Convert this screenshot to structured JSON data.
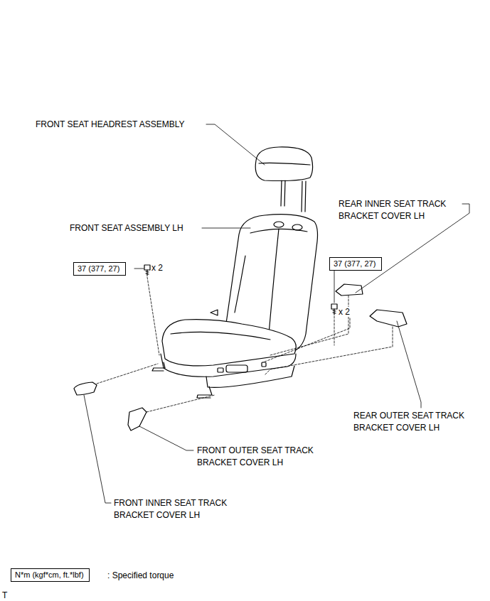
{
  "diagram": {
    "nodes": [
      {
        "text": [
          "37 (377, 27)"
        ]
      },
      {
        "text": [
          "37 (377, 27)"
        ]
      },
      {
        "text": [
          "N*m (kgf*cm, ft.*lbf)"
        ]
      }
    ],
    "labels": [
      "FRONT SEAT HEADREST ASSEMBLY",
      "REAR INNER SEAT TRACK BRACKET COVER LH",
      "FRONT SEAT ASSEMBLY LH",
      "x 2",
      "x 2",
      "REAR OUTER SEAT TRACK BRACKET COVER LH",
      "FRONT OUTER SEAT TRACK BRACKET COVER LH",
      "FRONT INNER SEAT TRACK BRACKET COVER LH",
      ": Specified torque",
      "T"
    ]
  }
}
